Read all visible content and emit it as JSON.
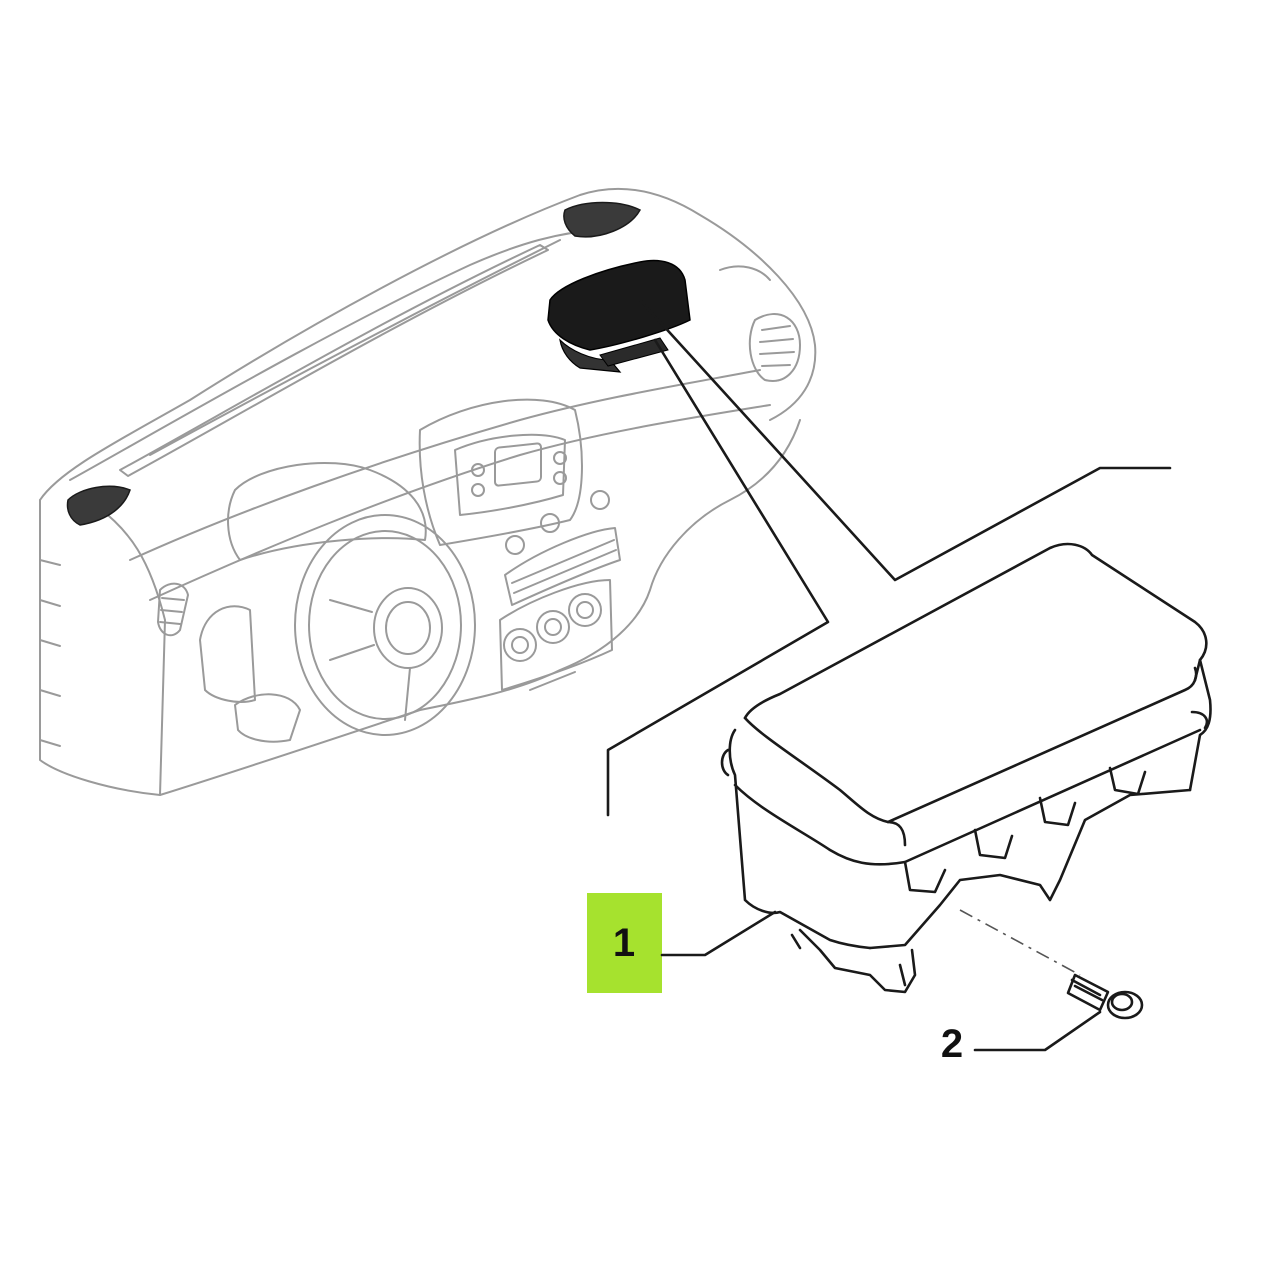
{
  "colors": {
    "background": "#ffffff",
    "highlight_badge": "#a6e22e",
    "line_light": "#9a9a9a",
    "line_dark": "#1a1a1a",
    "module_fill": "#1a1a1a"
  },
  "callouts": [
    {
      "id": "part-1",
      "label": "1",
      "highlighted": true
    },
    {
      "id": "part-2",
      "label": "2",
      "highlighted": false
    }
  ]
}
